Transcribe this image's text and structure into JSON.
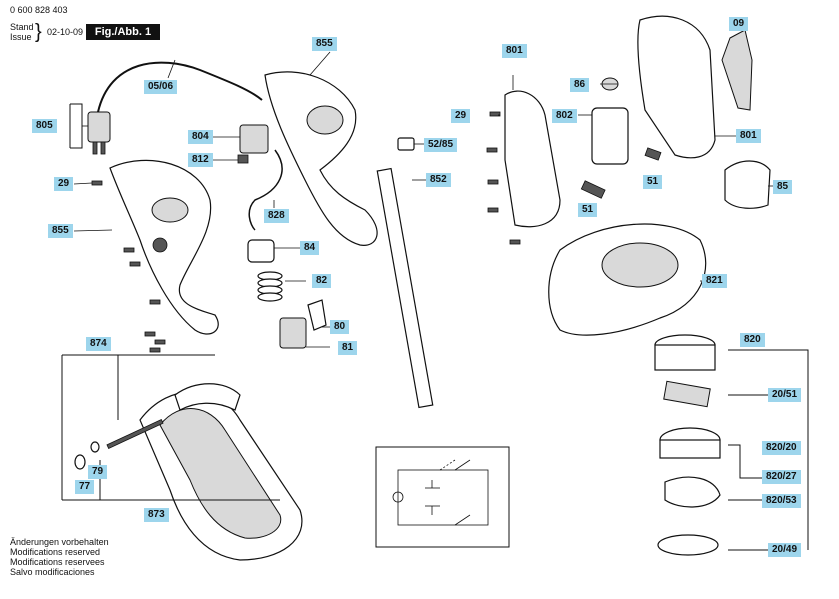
{
  "header": {
    "doc_number": "0 600 828 403",
    "stand_label": "Stand",
    "issue_label": "Issue",
    "date": "02-10-09",
    "figure_label": "Fig./Abb. 1"
  },
  "labels": {
    "l_09": "09",
    "l_0506": "05/06",
    "l_855_top": "855",
    "l_801_top": "801",
    "l_805": "805",
    "l_804": "804",
    "l_812": "812",
    "l_29_left": "29",
    "l_855_left": "855",
    "l_828": "828",
    "l_84": "84",
    "l_82": "82",
    "l_80": "80",
    "l_81": "81",
    "l_29_mid": "29",
    "l_5285": "52/85",
    "l_852": "852",
    "l_86": "86",
    "l_802": "802",
    "l_801_right": "801",
    "l_51_a": "51",
    "l_51_b": "51",
    "l_85": "85",
    "l_821": "821",
    "l_820": "820",
    "l_2051": "20/51",
    "l_82020": "820/20",
    "l_82027": "820/27",
    "l_82053": "820/53",
    "l_2049": "20/49",
    "l_874": "874",
    "l_79": "79",
    "l_77": "77",
    "l_873": "873"
  },
  "notes": {
    "line1": "Änderungen vorbehalten",
    "line2": "Modifications reserved",
    "line3": "Modifications reservees",
    "line4": "Salvo modificaciones"
  }
}
